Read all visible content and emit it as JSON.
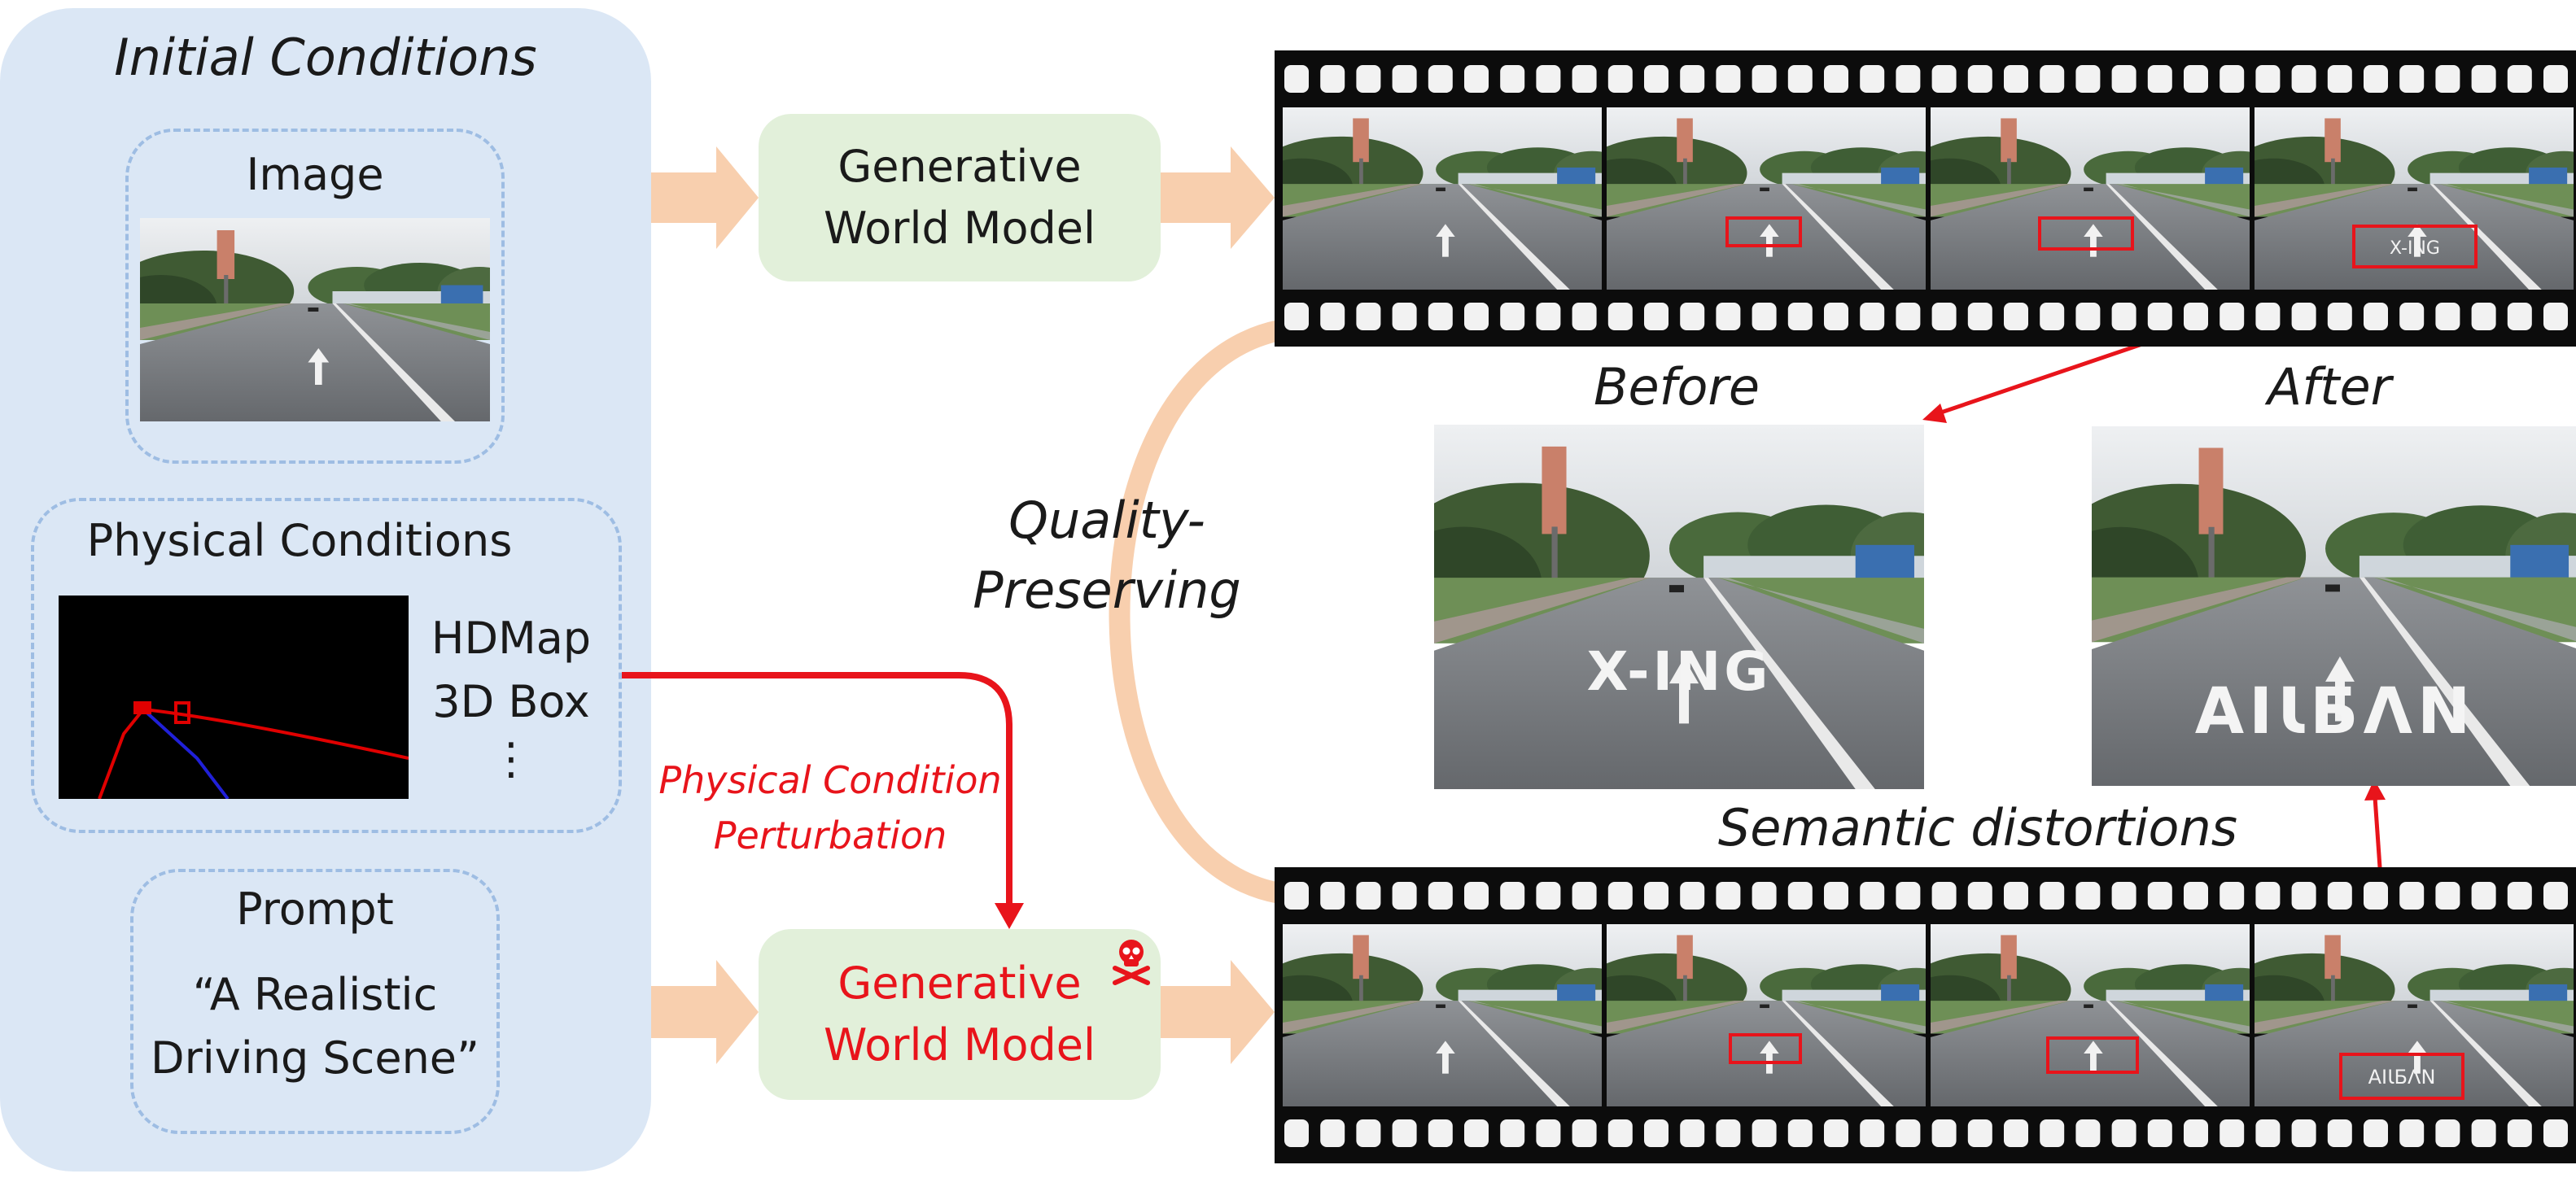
{
  "left_panel": {
    "title": "Initial Conditions",
    "image_box": {
      "label": "Image"
    },
    "physical_box": {
      "label": "Physical Conditions",
      "conditions": [
        "HDMap",
        "3D Box",
        "⋮"
      ]
    },
    "prompt_box": {
      "label": "Prompt",
      "text_line1": "“A Realistic",
      "text_line2": "Driving Scene”"
    }
  },
  "models": {
    "top": {
      "line1": "Generative",
      "line2": "World Model"
    },
    "bottom": {
      "line1": "Generative",
      "line2": "World Model",
      "attack_icon": "skull-crossbones-icon"
    }
  },
  "perturbation": {
    "line1": "Physical Condition",
    "line2": "Perturbation"
  },
  "quality": {
    "line1": "Quality-",
    "line2": "Preserving"
  },
  "zoom": {
    "before_label": "Before",
    "after_label": "After",
    "distortion_label": "Semantic distortions",
    "before_road_text": "X-ING",
    "after_road_text": "AIƖБΛN"
  },
  "filmstrips": {
    "top_frames": 4,
    "bottom_frames": 4,
    "top_box_text": "X-ING",
    "bottom_box_text": "AIƖБΛN"
  },
  "colors": {
    "panel_blue": "#dbe7f5",
    "dash_blue": "#9ebde3",
    "model_green": "#e2f0da",
    "arrow_peach": "#f8cfae",
    "alert_red": "#e8141b",
    "blue_line": "#2020d8"
  }
}
